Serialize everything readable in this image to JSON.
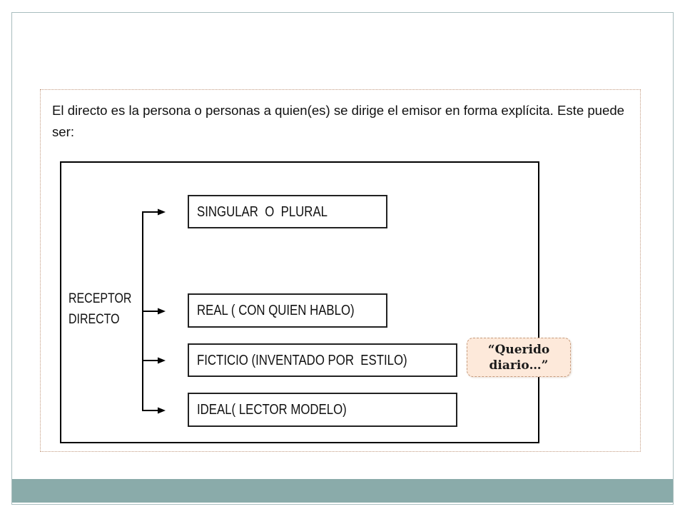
{
  "intro": {
    "line1": "El directo es la persona o personas a quien(es) se dirige el emisor en forma explícita. Este puede",
    "line2": "ser:"
  },
  "diagram": {
    "root_label": [
      "RECEPTOR",
      "DIRECTO"
    ],
    "branches": [
      {
        "label": "SINGULAR  O  PLURAL"
      },
      {
        "label": "REAL ( CON QUIEN HABLO)"
      },
      {
        "label": "FICTICIO (INVENTADO POR  ESTILO)"
      },
      {
        "label": "IDEAL( LECTOR MODELO)"
      }
    ]
  },
  "callout": {
    "text": "“Querido diario…”"
  },
  "colors": {
    "frame_border": "#a8bdbe",
    "footer_bar": "#8aabaa",
    "content_border": "#c39a7f",
    "diagram_stroke": "#000000",
    "box_stroke": "#222222",
    "text": "#111111",
    "callout_fill": "#fde9da",
    "callout_border": "#c89c7d"
  }
}
